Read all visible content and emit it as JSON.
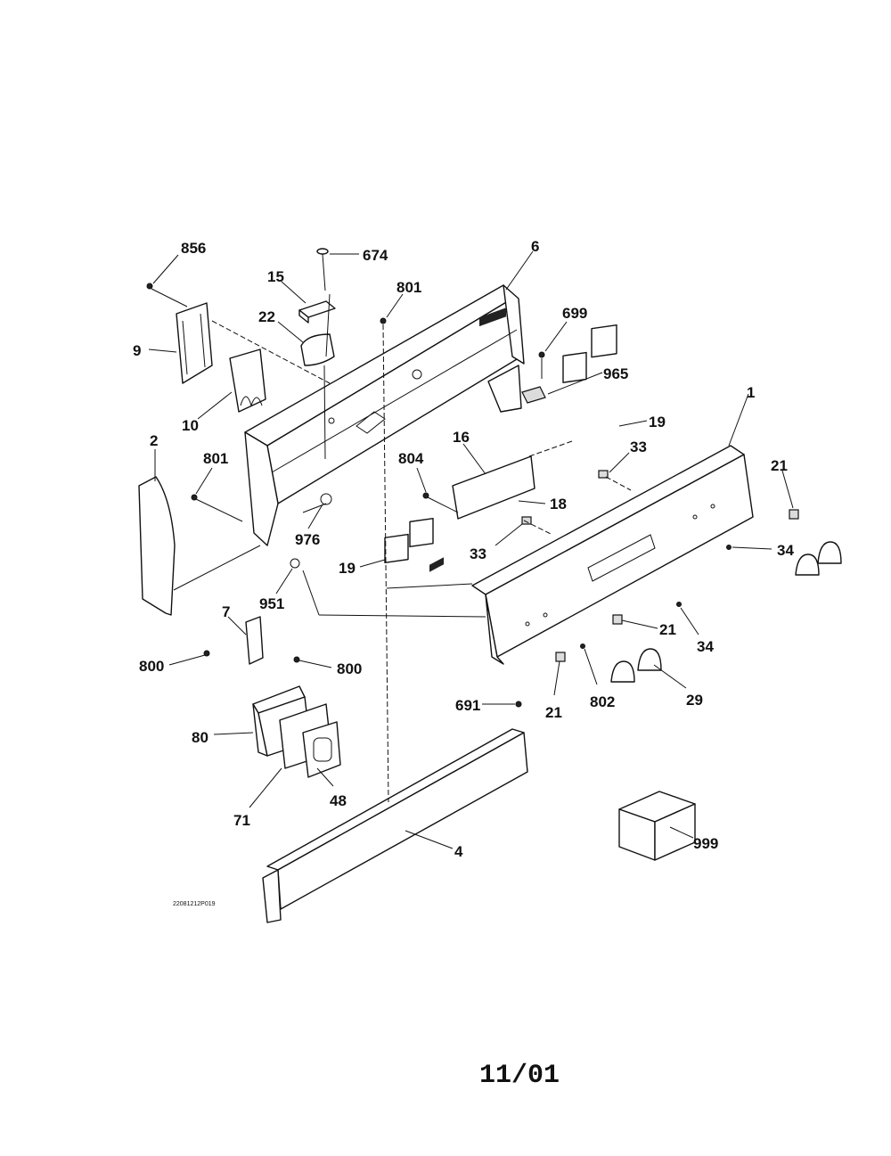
{
  "diagram": {
    "drawing_code": "22081212P019",
    "date": "11/01",
    "callouts": [
      {
        "id": "c856",
        "label": "856"
      },
      {
        "id": "c674",
        "label": "674"
      },
      {
        "id": "c6",
        "label": "6"
      },
      {
        "id": "c15",
        "label": "15"
      },
      {
        "id": "c801a",
        "label": "801"
      },
      {
        "id": "c699",
        "label": "699"
      },
      {
        "id": "c22",
        "label": "22"
      },
      {
        "id": "c9",
        "label": "9"
      },
      {
        "id": "c965",
        "label": "965"
      },
      {
        "id": "c10",
        "label": "10"
      },
      {
        "id": "c1",
        "label": "1"
      },
      {
        "id": "c19a",
        "label": "19"
      },
      {
        "id": "c2",
        "label": "2"
      },
      {
        "id": "c16",
        "label": "16"
      },
      {
        "id": "c33a",
        "label": "33"
      },
      {
        "id": "c801b",
        "label": "801"
      },
      {
        "id": "c804",
        "label": "804"
      },
      {
        "id": "c21a",
        "label": "21"
      },
      {
        "id": "c18",
        "label": "18"
      },
      {
        "id": "c976",
        "label": "976"
      },
      {
        "id": "c33b",
        "label": "33"
      },
      {
        "id": "c34a",
        "label": "34"
      },
      {
        "id": "c19b",
        "label": "19"
      },
      {
        "id": "c951",
        "label": "951"
      },
      {
        "id": "c7",
        "label": "7"
      },
      {
        "id": "c21b",
        "label": "21"
      },
      {
        "id": "c34b",
        "label": "34"
      },
      {
        "id": "c800a",
        "label": "800"
      },
      {
        "id": "c800b",
        "label": "800"
      },
      {
        "id": "c691",
        "label": "691"
      },
      {
        "id": "c802",
        "label": "802"
      },
      {
        "id": "c29",
        "label": "29"
      },
      {
        "id": "c21c",
        "label": "21"
      },
      {
        "id": "c80",
        "label": "80"
      },
      {
        "id": "c48",
        "label": "48"
      },
      {
        "id": "c71",
        "label": "71"
      },
      {
        "id": "c999",
        "label": "999"
      },
      {
        "id": "c4",
        "label": "4"
      }
    ]
  }
}
